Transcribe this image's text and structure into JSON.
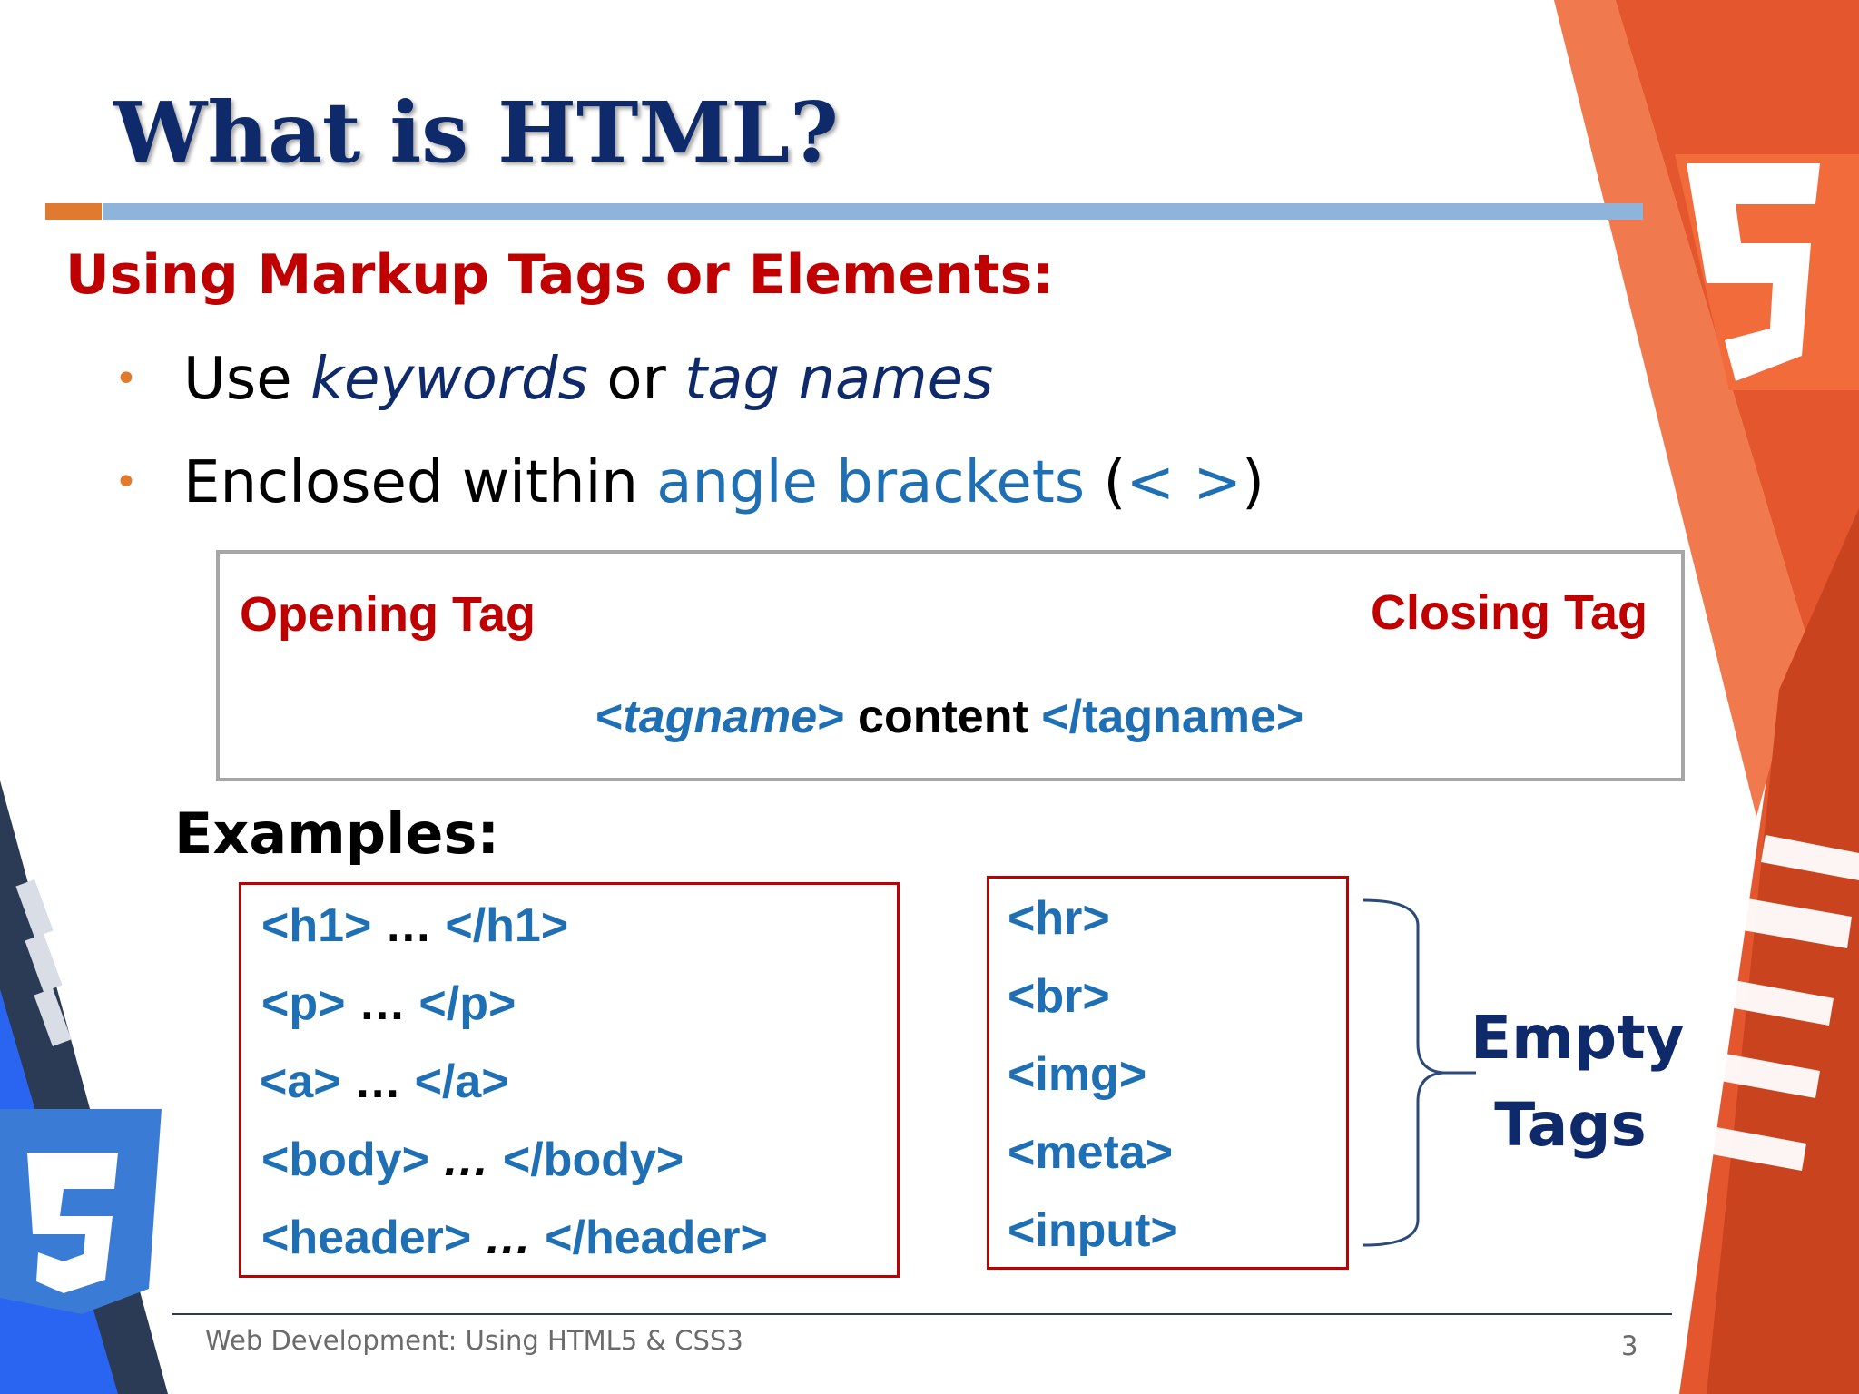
{
  "slide": {
    "title": "What is HTML?",
    "subtitle": "Using Markup Tags or Elements:",
    "bullets": [
      {
        "parts": [
          "Use ",
          "keywords",
          " or ",
          "tag names"
        ]
      },
      {
        "parts": [
          "Enclosed within ",
          "angle brackets",
          " (",
          "< >",
          ")"
        ]
      }
    ]
  },
  "tag_diagram": {
    "opening_label": "Opening Tag",
    "closing_label": "Closing Tag",
    "open_lt": "<",
    "open_name": "tagname",
    "open_gt": ">",
    "content": "content",
    "closing_tag": "</tagname>"
  },
  "examples": {
    "heading": "Examples:",
    "paired": [
      {
        "open": "<h1>",
        "dots": " … ",
        "close": "</h1>"
      },
      {
        "open": "<p>",
        "dots": " … ",
        "close": "</p>"
      },
      {
        "open": "<a>",
        "dots": " … ",
        "close": "</a>"
      },
      {
        "open": "<body>",
        "dots": " … ",
        "close": "</body>"
      },
      {
        "open": "<header>",
        "dots": " … ",
        "close": "</header>"
      }
    ],
    "empty": [
      "<hr>",
      "<br>",
      "<img>",
      "<meta>",
      "<input>"
    ],
    "empty_label_line1": "Empty",
    "empty_label_line2": "Tags"
  },
  "footer": {
    "text": "Web Development: Using HTML5 & CSS3",
    "page": "3"
  },
  "colors": {
    "title": "#0f2a6b",
    "subtitle": "#c00000",
    "accent_blue": "#1f6fb5",
    "bullet": "#e07a2e",
    "html5_orange": "#e4572e",
    "css3_blue": "#2965f1"
  },
  "icons": {
    "html5_logo": "html5-shield-icon",
    "css3_logo": "css3-shield-icon"
  }
}
